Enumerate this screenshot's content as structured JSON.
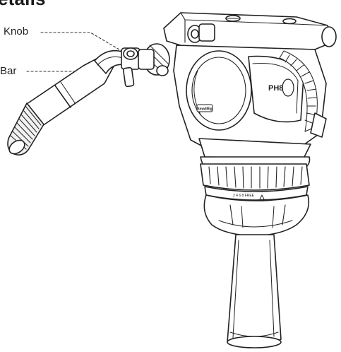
{
  "heading": {
    "text": "etails"
  },
  "callouts": {
    "knob": "Knob",
    "bar": "Bar"
  },
  "product": {
    "badge_text": "PH8",
    "brand_mark": "SmallRig",
    "collar_marks": "2 4 6 8 FREE"
  },
  "colors": {
    "line": "#222222",
    "fill": "#ffffff",
    "shade": "#e9e9e9",
    "leader": "#333333"
  }
}
